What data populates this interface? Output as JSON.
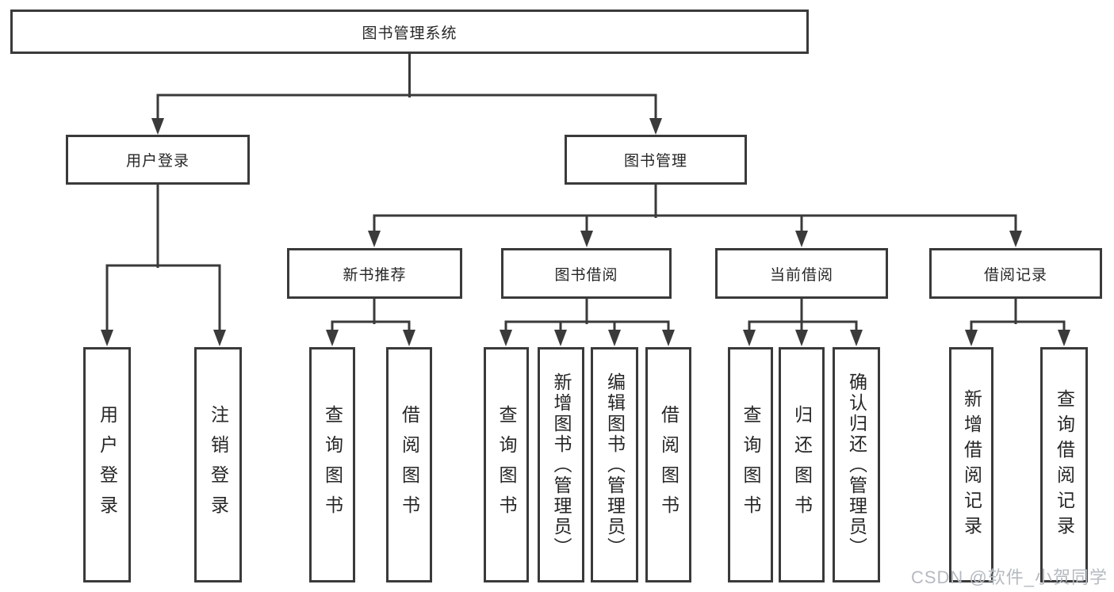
{
  "tree": {
    "label": "图书管理系统",
    "children": [
      {
        "label": "用户登录",
        "children": [
          {
            "label": "用户登录"
          },
          {
            "label": "注销登录"
          }
        ]
      },
      {
        "label": "图书管理",
        "children": [
          {
            "label": "新书推荐",
            "children": [
              {
                "label": "查询图书"
              },
              {
                "label": "借阅图书"
              }
            ]
          },
          {
            "label": "图书借阅",
            "children": [
              {
                "label": "查询图书"
              },
              {
                "label": "新增图书（管理员）"
              },
              {
                "label": "编辑图书（管理员）"
              },
              {
                "label": "借阅图书"
              }
            ]
          },
          {
            "label": "当前借阅",
            "children": [
              {
                "label": "查询图书"
              },
              {
                "label": "归还图书"
              },
              {
                "label": "确认归还（管理员）"
              }
            ]
          },
          {
            "label": "借阅记录",
            "children": [
              {
                "label": "新增借阅记录"
              },
              {
                "label": "查询借阅记录"
              }
            ]
          }
        ]
      }
    ]
  },
  "watermark": {
    "text": "CSDN @软件_小贺同学"
  },
  "colors": {
    "line": "#3a3a3a",
    "text": "#262626",
    "watermark": "#b5bac0",
    "background": "#ffffff"
  }
}
